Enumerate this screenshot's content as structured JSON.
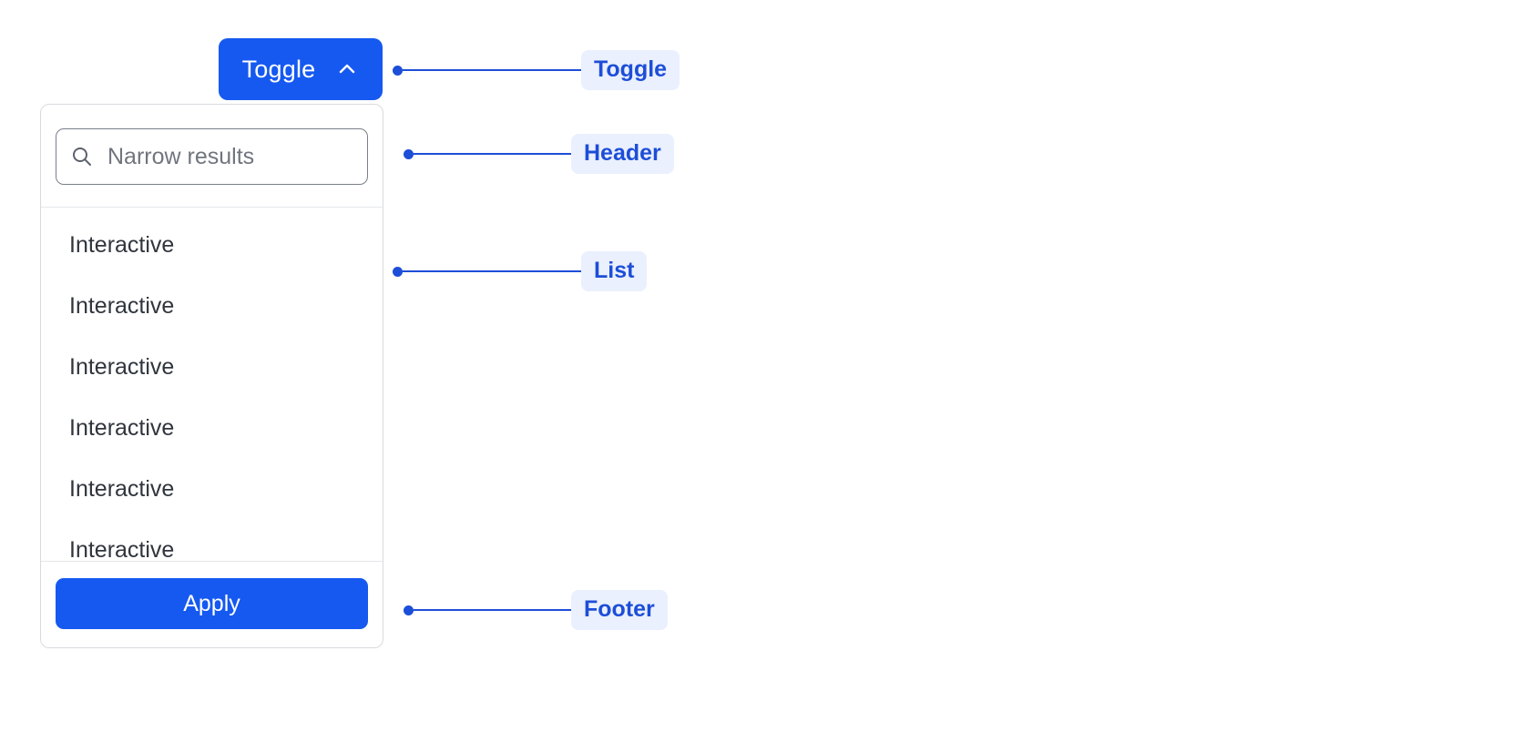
{
  "toggle": {
    "label": "Toggle",
    "icon": "chevron-up-icon"
  },
  "dropdown": {
    "header": {
      "search_placeholder": "Narrow results",
      "search_value": "",
      "icon": "search-icon"
    },
    "list": {
      "items": [
        {
          "label": "Interactive"
        },
        {
          "label": "Interactive"
        },
        {
          "label": "Interactive"
        },
        {
          "label": "Interactive"
        },
        {
          "label": "Interactive"
        },
        {
          "label": "Interactive"
        }
      ]
    },
    "footer": {
      "apply_label": "Apply"
    }
  },
  "annotations": [
    {
      "label": "Toggle"
    },
    {
      "label": "Header"
    },
    {
      "label": "List"
    },
    {
      "label": "Footer"
    }
  ],
  "colors": {
    "accent": "#1559f0",
    "annotation_blue": "#1d4ed8",
    "annotation_chip_bg": "#eaf0fd",
    "panel_border": "#d8dade",
    "text_primary": "#30353d",
    "placeholder": "#70757e",
    "background": "#ffffff"
  }
}
